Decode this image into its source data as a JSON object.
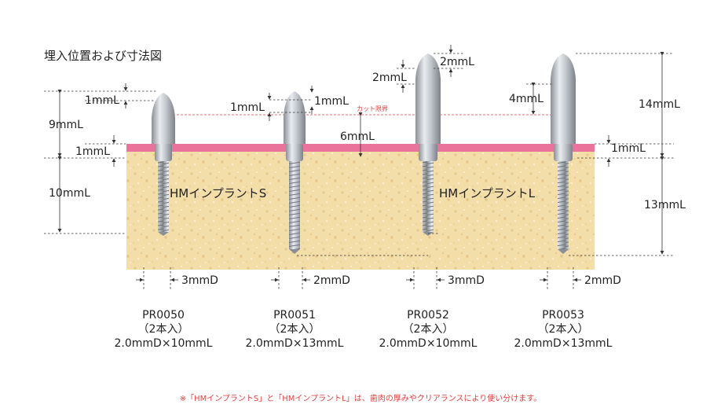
{
  "title": "埋入位置および寸法図",
  "gingiva_color": "#e9739b",
  "bone_color": "#f2dca8",
  "limit_color": "#e0403f",
  "cut_limit_label": "カット限界",
  "group_labels": {
    "s": "HMインプラントS",
    "l": "HMインプラントL"
  },
  "dimensions": {
    "left_1mm_top": "1mmL",
    "left_9mm": "9mmL",
    "left_1mm_gum": "1mmL",
    "left_10mm": "10mmL",
    "pr0051_1mm_left": "1mmL",
    "pr0051_1mm_right": "1mmL",
    "cut_6mm": "6mmL",
    "pr0052_2mm_left": "2mmL",
    "pr0052_2mm_right": "2mmL",
    "pr0053_4mm": "4mmL",
    "right_14mm": "14mmL",
    "right_1mm_gum": "1mmL",
    "right_13mm": "13mmL"
  },
  "products": [
    {
      "code": "PR0050",
      "qty": "（2本入）",
      "size": "2.0mmD×10mmL",
      "diameter_label": "3mmD"
    },
    {
      "code": "PR0051",
      "qty": "（2本入）",
      "size": "2.0mmD×13mmL",
      "diameter_label": "2mmD"
    },
    {
      "code": "PR0052",
      "qty": "（2本入）",
      "size": "2.0mmD×10mmL",
      "diameter_label": "3mmD"
    },
    {
      "code": "PR0053",
      "qty": "（2本入）",
      "size": "2.0mmD×13mmL",
      "diameter_label": "2mmD"
    }
  ],
  "footnote": "※「HMインプラントS」と「HMインプラントL」は、歯肉の厚みやクリアランスにより使い分けます。"
}
